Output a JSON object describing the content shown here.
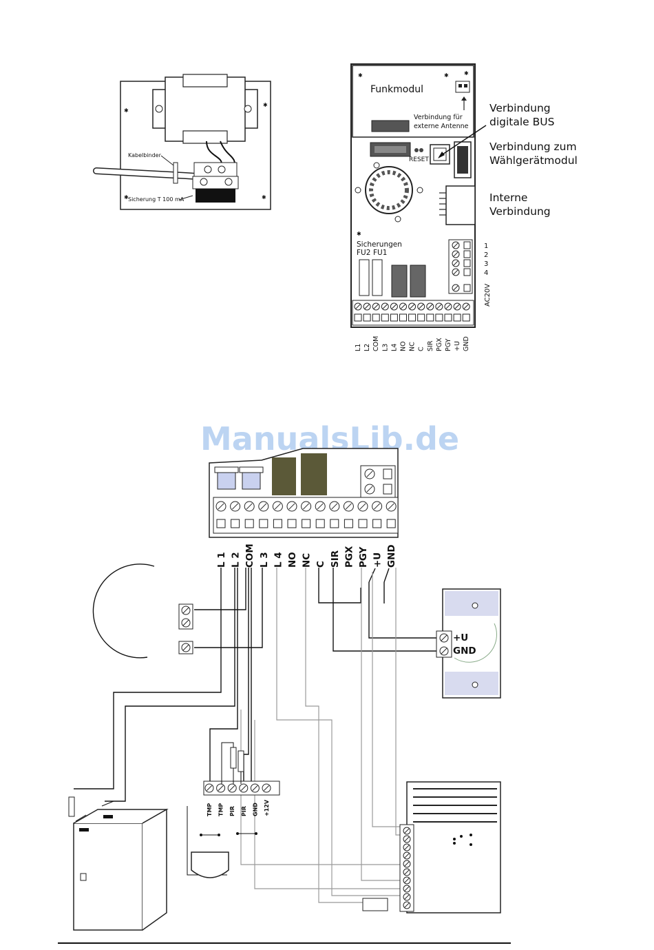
{
  "watermark": "ManualsLib.de",
  "transformer_board": {
    "cable_tie_label": "Kabelbinder",
    "fuse_label": "Sicherung T 100 mA"
  },
  "main_board": {
    "radio_module_label": "Funkmodul",
    "antenna_label_line1": "Verbindung für",
    "antenna_label_line2": "externe Antenne",
    "reset_label": "RESET",
    "fuses_label": "Sicherungen",
    "fu2_label": "FU2",
    "fu1_label": "FU1",
    "side_terminals": [
      "1",
      "2",
      "3",
      "4"
    ],
    "ac_label": "AC20V",
    "bottom_terminals": [
      "L1",
      "L2",
      "COM",
      "L3",
      "L4",
      "NO",
      "NC",
      "C",
      "SIR",
      "PGX",
      "PGY",
      "+U",
      "GND"
    ]
  },
  "callouts": {
    "bus_line1": "Verbindung",
    "bus_line2": "digitale BUS",
    "dialer_line1": "Verbindung zum",
    "dialer_line2": "Wählgerätmodul",
    "internal_line1": "Interne",
    "internal_line2": "Verbindung"
  },
  "wiring": {
    "terminal_labels": [
      "L 1",
      "L 2",
      "COM",
      "L 3",
      "L 4",
      "NO",
      "NC",
      "C",
      "SIR",
      "PGX",
      "PGY",
      "+U",
      "GND"
    ],
    "siren_terminals": [
      "+U",
      "GND"
    ],
    "pir_terminals": [
      "TMP",
      "TMP",
      "PIR",
      "PIR",
      "GND",
      "+12V"
    ]
  }
}
